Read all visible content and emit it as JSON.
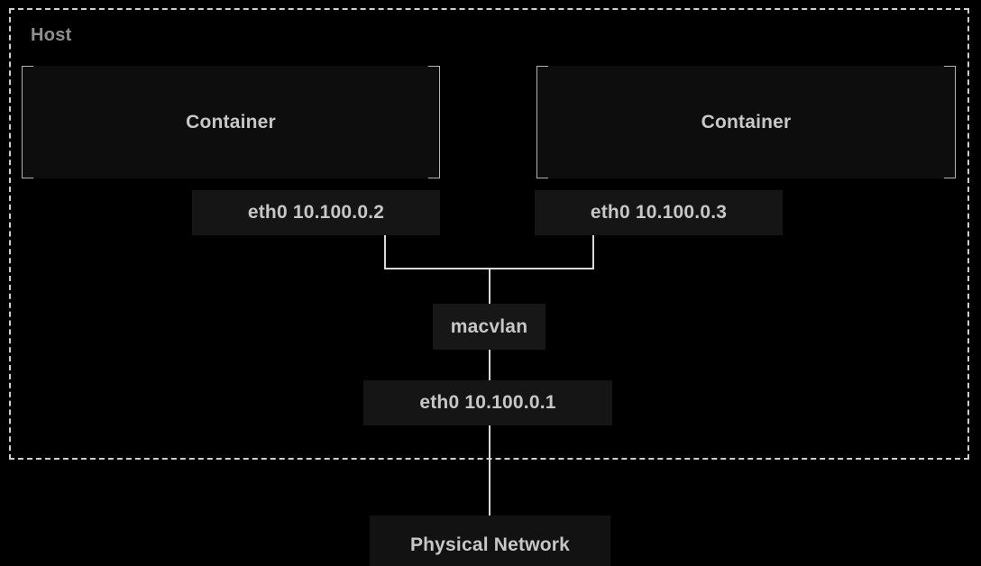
{
  "diagram": {
    "title_context": "macvlan network diagram",
    "host_label": "Host",
    "containers": [
      {
        "label": "Container",
        "interface": "eth0 10.100.0.2"
      },
      {
        "label": "Container",
        "interface": "eth0 10.100.0.3"
      }
    ],
    "macvlan_label": "macvlan",
    "host_interface": "eth0 10.100.0.1",
    "physical_network_label": "Physical Network",
    "colors": {
      "background": "#000000",
      "host_border": "#cfcfcf",
      "host_label_text": "#8f8f8f",
      "container_fill": "#0d0d0d",
      "bracket": "#b3b3b3",
      "interface_fill": "#151515",
      "macvlan_fill": "#171717",
      "physical_fill": "#121212",
      "node_text": "#c7c7c7",
      "line": "#d9d9d9"
    }
  }
}
